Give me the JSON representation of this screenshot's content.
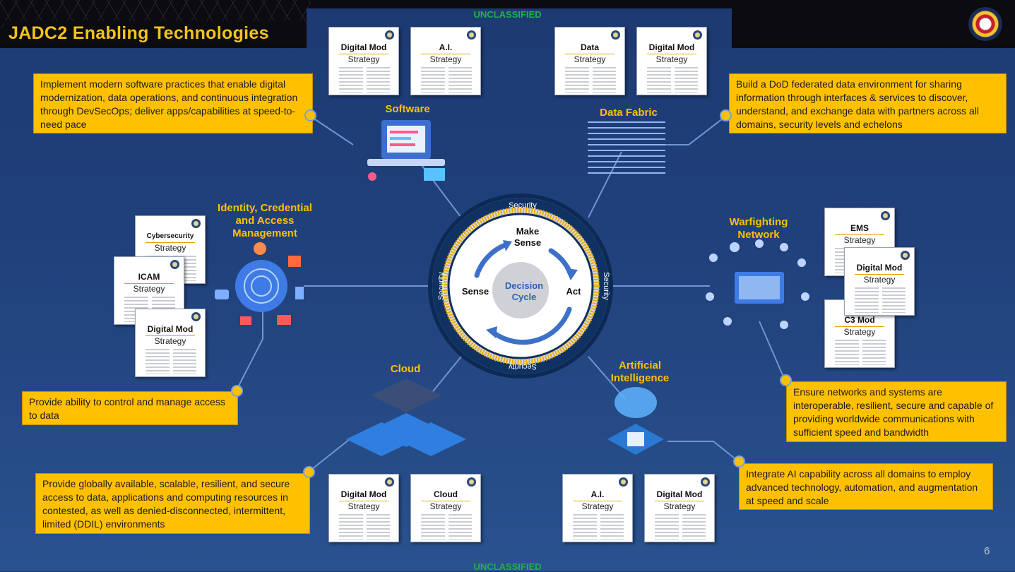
{
  "title": "JADC2 Enabling Technologies",
  "classification_top": "UNCLASSIFIED",
  "classification_bottom": "UNCLASSIFIED",
  "page_number": "6",
  "colors": {
    "accent": "#ffc000",
    "background": "#1e3a72",
    "classification": "#1fb24a",
    "ring": "#0e2b57"
  },
  "center": {
    "security_top": "Security",
    "security_left": "Security",
    "security_right": "Security",
    "security_bottom": "Security",
    "make_sense": [
      "Make",
      "Sense"
    ],
    "sense": "Sense",
    "act": "Act",
    "decision_cycle": [
      "Decision",
      "Cycle"
    ]
  },
  "categories": {
    "software": "Software",
    "data_fabric": "Data Fabric",
    "icam": [
      "Identity, Credential",
      "and Access",
      "Management"
    ],
    "warfighting": [
      "Warfighting",
      "Network"
    ],
    "cloud": "Cloud",
    "ai": [
      "Artificial",
      "Intelligence"
    ]
  },
  "callouts": {
    "software": "Implement modern software practices that enable digital modernization, data operations, and continuous integration through DevSecOps; deliver apps/capabilities at speed-to-need pace",
    "data_fabric": "Build a DoD federated data environment for sharing information through interfaces & services to discover, understand, and exchange data with partners across all domains, security levels and echelons",
    "icam": "Provide ability to control and manage access to data",
    "warfighting": "Ensure networks and systems are interoperable, resilient, secure and capable of providing worldwide communications with sufficient speed and bandwidth",
    "cloud": "Provide globally available, scalable, resilient, and secure access to data, applications and computing resources in contested, as well as denied-disconnected, intermittent, limited (DDIL) environments",
    "ai": "Integrate AI capability across all domains to employ advanced technology, automation, and augmentation at speed and scale"
  },
  "strategy_sub": "Strategy",
  "docs": {
    "sw1": "Digital Mod",
    "sw2": "A.I.",
    "df1": "Data",
    "df2": "Digital Mod",
    "ic1": "Cybersecurity",
    "ic2": "ICAM",
    "ic3": "Digital Mod",
    "wf1": "EMS",
    "wf2": "Digital Mod",
    "wf3": "C3 Mod",
    "cl1": "Digital Mod",
    "cl2": "Cloud",
    "ai1": "A.I.",
    "ai2": "Digital Mod"
  }
}
